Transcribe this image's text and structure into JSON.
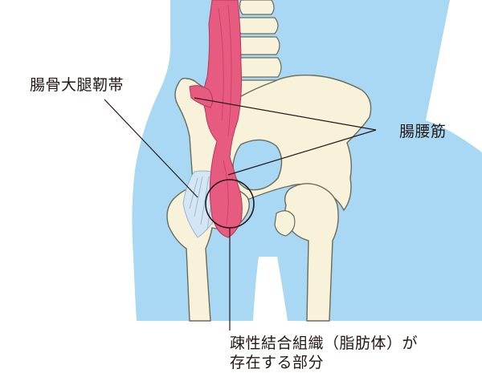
{
  "labels": {
    "iliotibial_band": "腸骨大腿靭帯",
    "iliopsoas": "腸腰筋",
    "loose_connective_tissue_line1": "疎性結合組織（脂肪体）が",
    "loose_connective_tissue_line2": "存在する部分"
  },
  "colors": {
    "body_silhouette": "#a8d8f3",
    "background": "#ffffff",
    "bone_fill": "#f7f2d9",
    "bone_outline": "#6b6b5a",
    "muscle_fill": "#e85b80",
    "ligament_fill": "#d4e5f4",
    "leader_line": "#231815"
  }
}
